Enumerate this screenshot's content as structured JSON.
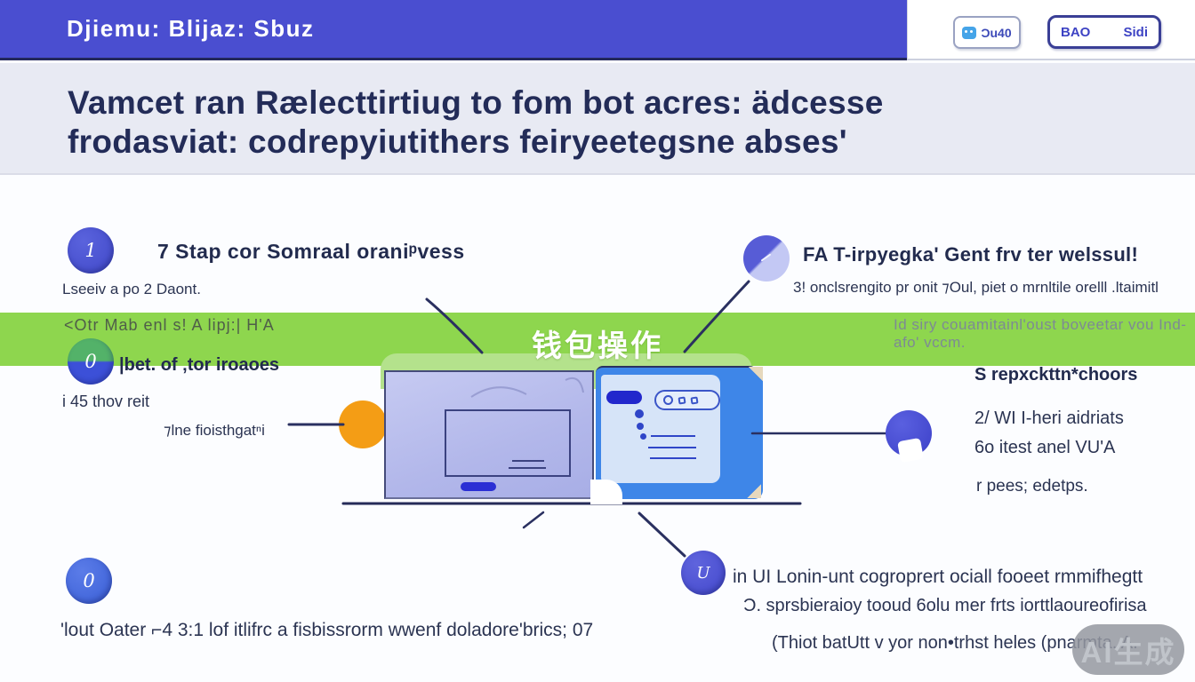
{
  "header": {
    "logo": "Djiemu: Blijaz: Sbuz",
    "chip_button": {
      "label": "Ɔu40",
      "icon": "chat-icon"
    },
    "nav_button": {
      "left_label": "BAO",
      "right_label": "Sidi"
    }
  },
  "title": {
    "line1": "Vamcet ran Rælecttirtiug to fom bot acres: ädcesse",
    "line2": "frodasviat: codrepyiutithers feiryeetegsne abses'"
  },
  "banner": {
    "left_text": "<Otr Mab enl s! A lipj:| H'A",
    "center_text": "钱包操作",
    "right_text": "Id siry couamitainl'oust boveetar vou Ind-afo' vccm."
  },
  "step1": {
    "number": "1",
    "heading": "7 Stap cor Somraal oraniᵖvess",
    "subtext": "Lseeiv a po 2 Daont."
  },
  "step2": {
    "number": "0",
    "heading": "|bet. of ‚tor iroaoes",
    "line1": "i 45 thov reit",
    "line2": "⁊lne fioisthgatⁿi"
  },
  "right_top": {
    "heading": "FA T-irpyegka' Gent frv ter welssul!",
    "subtext": "3! onclsrengito pr onit ⁊Oul, piet o mrnltile orelll .ltaimitl"
  },
  "right_mid": {
    "line1": "S repxckttn*choors",
    "line2": "2/ WI I-heri aidriats",
    "line3": "6o itest anel VU'A",
    "line4": "r pees; edetps."
  },
  "bottom_left": {
    "number": "0",
    "text": "'lout Oater ⌐4 3:1 lof itlifrc a fisbissrorm wwenf doladore'brics; 07"
  },
  "bottom_right": {
    "badge": "U",
    "line1": "in UI Lonin-unt cogroprert ociall fooeet rmmifhegtt",
    "line2": "Ɔ. sprsbieraioy tooud 6olu mer frts iorttlaoureofirisa",
    "line3": "(Thiot batUtt v yor non•trhst heles (pnarmta. A."
  },
  "watermark": "AI生成",
  "colors": {
    "header_blue": "#4a4ed0",
    "title_bg": "#e8eaf3",
    "banner_green": "#8ed64e",
    "accent_orange": "#f49d15",
    "circle_blue": "#4348cc",
    "panel_lavender": "#b2b7ea",
    "panel_blue": "#3e86e8",
    "text_dark": "#232c58"
  }
}
